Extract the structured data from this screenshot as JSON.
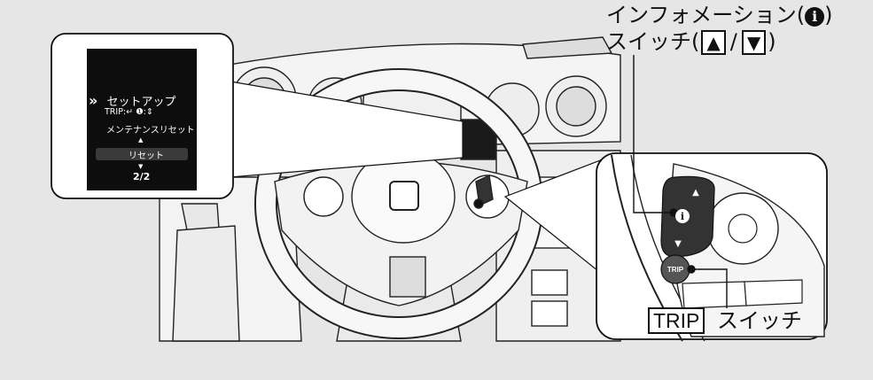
{
  "callouts": {
    "info_switch": {
      "line1_prefix": "インフォメーション(",
      "line1_icon": "i",
      "line1_suffix": ")",
      "line2_prefix": "スイッチ(",
      "up_symbol": "▲",
      "separator": "/",
      "down_symbol": "▼",
      "line2_suffix": ")"
    },
    "trip_switch": {
      "boxed": "TRIP",
      "suffix": "スイッチ"
    }
  },
  "display": {
    "menu_chevron": "»",
    "menu_title": "セットアップ",
    "hint": "TRIP:↵  ❶:⇕",
    "item": "メンテナンスリセット",
    "up_arrow": "▲",
    "selected": "リセット",
    "down_arrow": "▼",
    "page": "2/2"
  },
  "buttons": {
    "info_button_icon": "i",
    "up_arrow": "▲",
    "down_arrow": "▼",
    "trip_button": "TRIP"
  },
  "colors": {
    "background": "#e6e6e6",
    "line": "#111111",
    "panel_fill": "#ffffff",
    "screen": "#0d0d0d",
    "button": "#555555"
  }
}
